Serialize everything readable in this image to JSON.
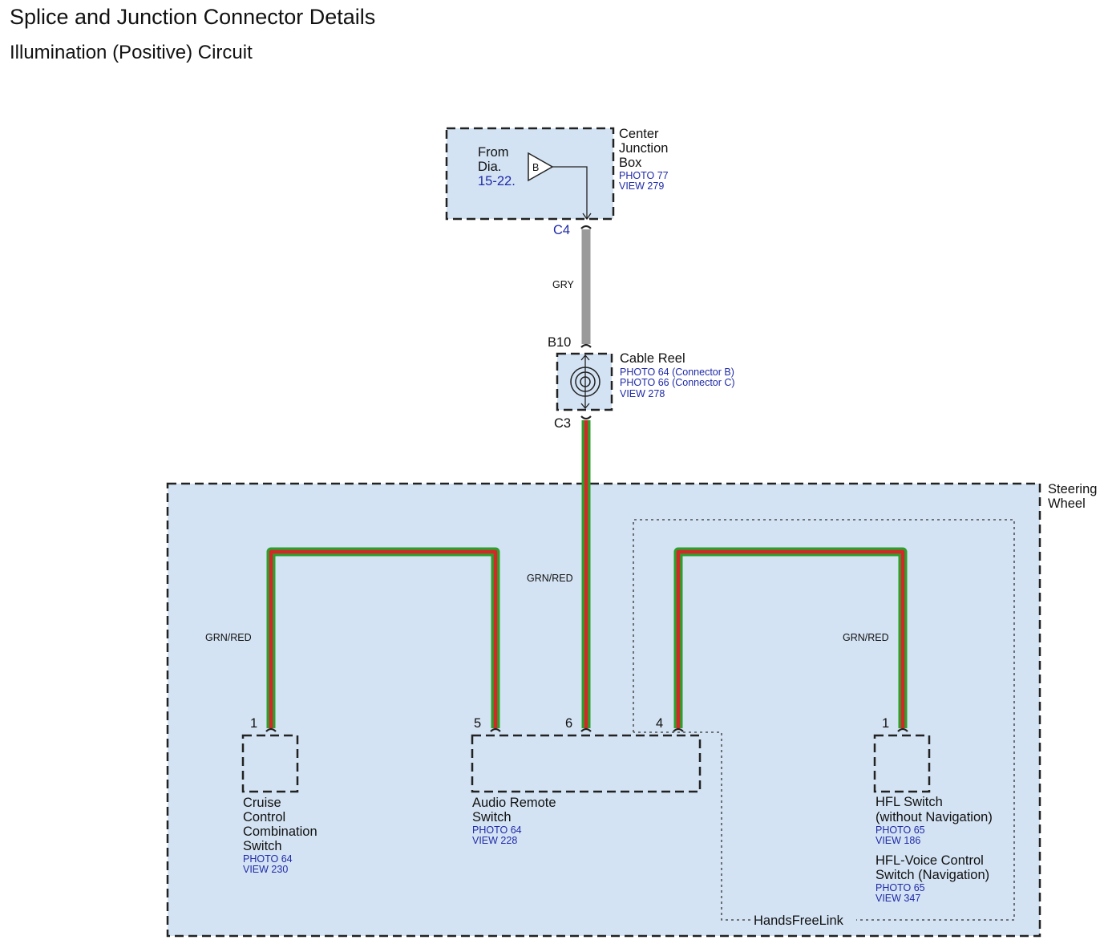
{
  "title": "Splice and Junction Connector Details",
  "subtitle": "Illumination (Positive) Circuit",
  "colors": {
    "box_fill": "#d3e3f3",
    "wire_gray": "#9a9a9a",
    "wire_green": "#2ca02c",
    "wire_red": "#d62728",
    "reference_blue": "#1f2aa8"
  },
  "center_junction_box": {
    "name_lines": [
      "Center",
      "Junction",
      "Box"
    ],
    "refs": [
      "PHOTO 77",
      "VIEW 279"
    ],
    "from_lines": [
      "From",
      "Dia."
    ],
    "from_link": "15-22.",
    "terminal": "B",
    "connector": "C4"
  },
  "cable_reel": {
    "name": "Cable Reel",
    "refs": [
      "PHOTO 64 (Connector B)",
      "PHOTO 66 (Connector C)",
      "VIEW 278"
    ],
    "connector_top": "B10",
    "connector_bottom": "C3",
    "icon": "coil-icon"
  },
  "steering_wheel": {
    "name_lines": [
      "Steering",
      "Wheel"
    ]
  },
  "handsfreelink": {
    "name": "HandsFreeLink"
  },
  "wires": {
    "main_gray": "GRY",
    "main_green": "GRN/RED",
    "left_branch": "GRN/RED",
    "right_branch": "GRN/RED"
  },
  "components": {
    "cruise": {
      "name_lines": [
        "Cruise",
        "Control",
        "Combination",
        "Switch"
      ],
      "refs": [
        "PHOTO 64",
        "VIEW 230"
      ],
      "pin": "1"
    },
    "audio": {
      "name_lines": [
        "Audio Remote",
        "Switch"
      ],
      "refs": [
        "PHOTO 64",
        "VIEW 228"
      ],
      "pins": [
        "5",
        "6",
        "4"
      ]
    },
    "hfl": {
      "name_lines": [
        "HFL Switch",
        "(without Navigation)"
      ],
      "refs": [
        "PHOTO 65",
        "VIEW 186"
      ],
      "alt_name_lines": [
        "HFL-Voice Control",
        "Switch (Navigation)"
      ],
      "alt_refs": [
        "PHOTO 65",
        "VIEW 347"
      ],
      "pin": "1"
    }
  }
}
